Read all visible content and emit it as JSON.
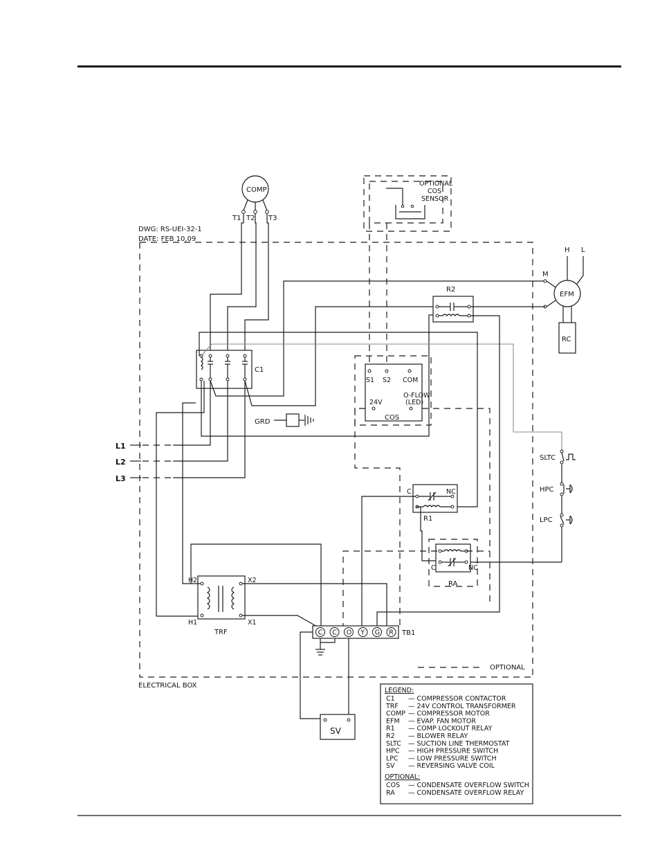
{
  "drawing": {
    "dwg": "DWG: RS-UEI-32-1",
    "date": "DATE: FEB 10,09",
    "electrical_box": "ELECTRICAL BOX",
    "optional": "OPTIONAL"
  },
  "components": {
    "comp": "COMP",
    "t1": "T1",
    "t2": "T2",
    "t3": "T3",
    "efm": "EFM",
    "rc": "RC",
    "h": "H",
    "l": "L",
    "m": "M",
    "r2": "R2",
    "c1": "C1",
    "grd": "GRD",
    "s1": "S1",
    "s2": "S2",
    "com": "COM",
    "v24": "24V",
    "oflow1": "O-FLOW",
    "oflow2": "(LED)",
    "cos": "COS",
    "sensor1": "OPTIONAL",
    "sensor2": "COS",
    "sensor3": "SENSOR",
    "l1": "L1",
    "l2": "L2",
    "l3": "L3",
    "sltc": "SLTC",
    "hpc": "HPC",
    "lpc": "LPC",
    "r1": "R1",
    "r1_c": "C",
    "r1_nc": "NC",
    "ra": "RA",
    "ra_c": "C",
    "ra_nc": "NC",
    "h1": "H1",
    "h2": "H2",
    "x1": "X1",
    "x2": "X2",
    "trf": "TRF",
    "tb1": "TB1",
    "sv": "SV",
    "terminals": [
      "C",
      "C",
      "O",
      "Y",
      "G",
      "R"
    ]
  },
  "legend": {
    "title": "LEGEND:",
    "items": [
      {
        "code": "C1",
        "desc": "—  COMPRESSOR CONTACTOR"
      },
      {
        "code": "TRF",
        "desc": "—  24V CONTROL TRANSFORMER"
      },
      {
        "code": "COMP",
        "desc": "—  COMPRESSOR MOTOR"
      },
      {
        "code": "EFM",
        "desc": "—  EVAP. FAN MOTOR"
      },
      {
        "code": "R1",
        "desc": "—  COMP LOCKOUT RELAY"
      },
      {
        "code": "R2",
        "desc": "—  BLOWER RELAY"
      },
      {
        "code": "SLTC",
        "desc": "—  SUCTION LINE THERMOSTAT"
      },
      {
        "code": "HPC",
        "desc": "—  HIGH PRESSURE SWITCH"
      },
      {
        "code": "LPC",
        "desc": "—  LOW PRESSURE SWITCH"
      },
      {
        "code": "SV",
        "desc": "—  REVERSING VALVE COIL"
      }
    ],
    "optional_title": "OPTIONAL:",
    "optional_items": [
      {
        "code": "COS",
        "desc": "—  CONDENSATE OVERFLOW SWITCH"
      },
      {
        "code": "RA",
        "desc": "—  CONDENSATE OVERFLOW RELAY"
      }
    ]
  }
}
